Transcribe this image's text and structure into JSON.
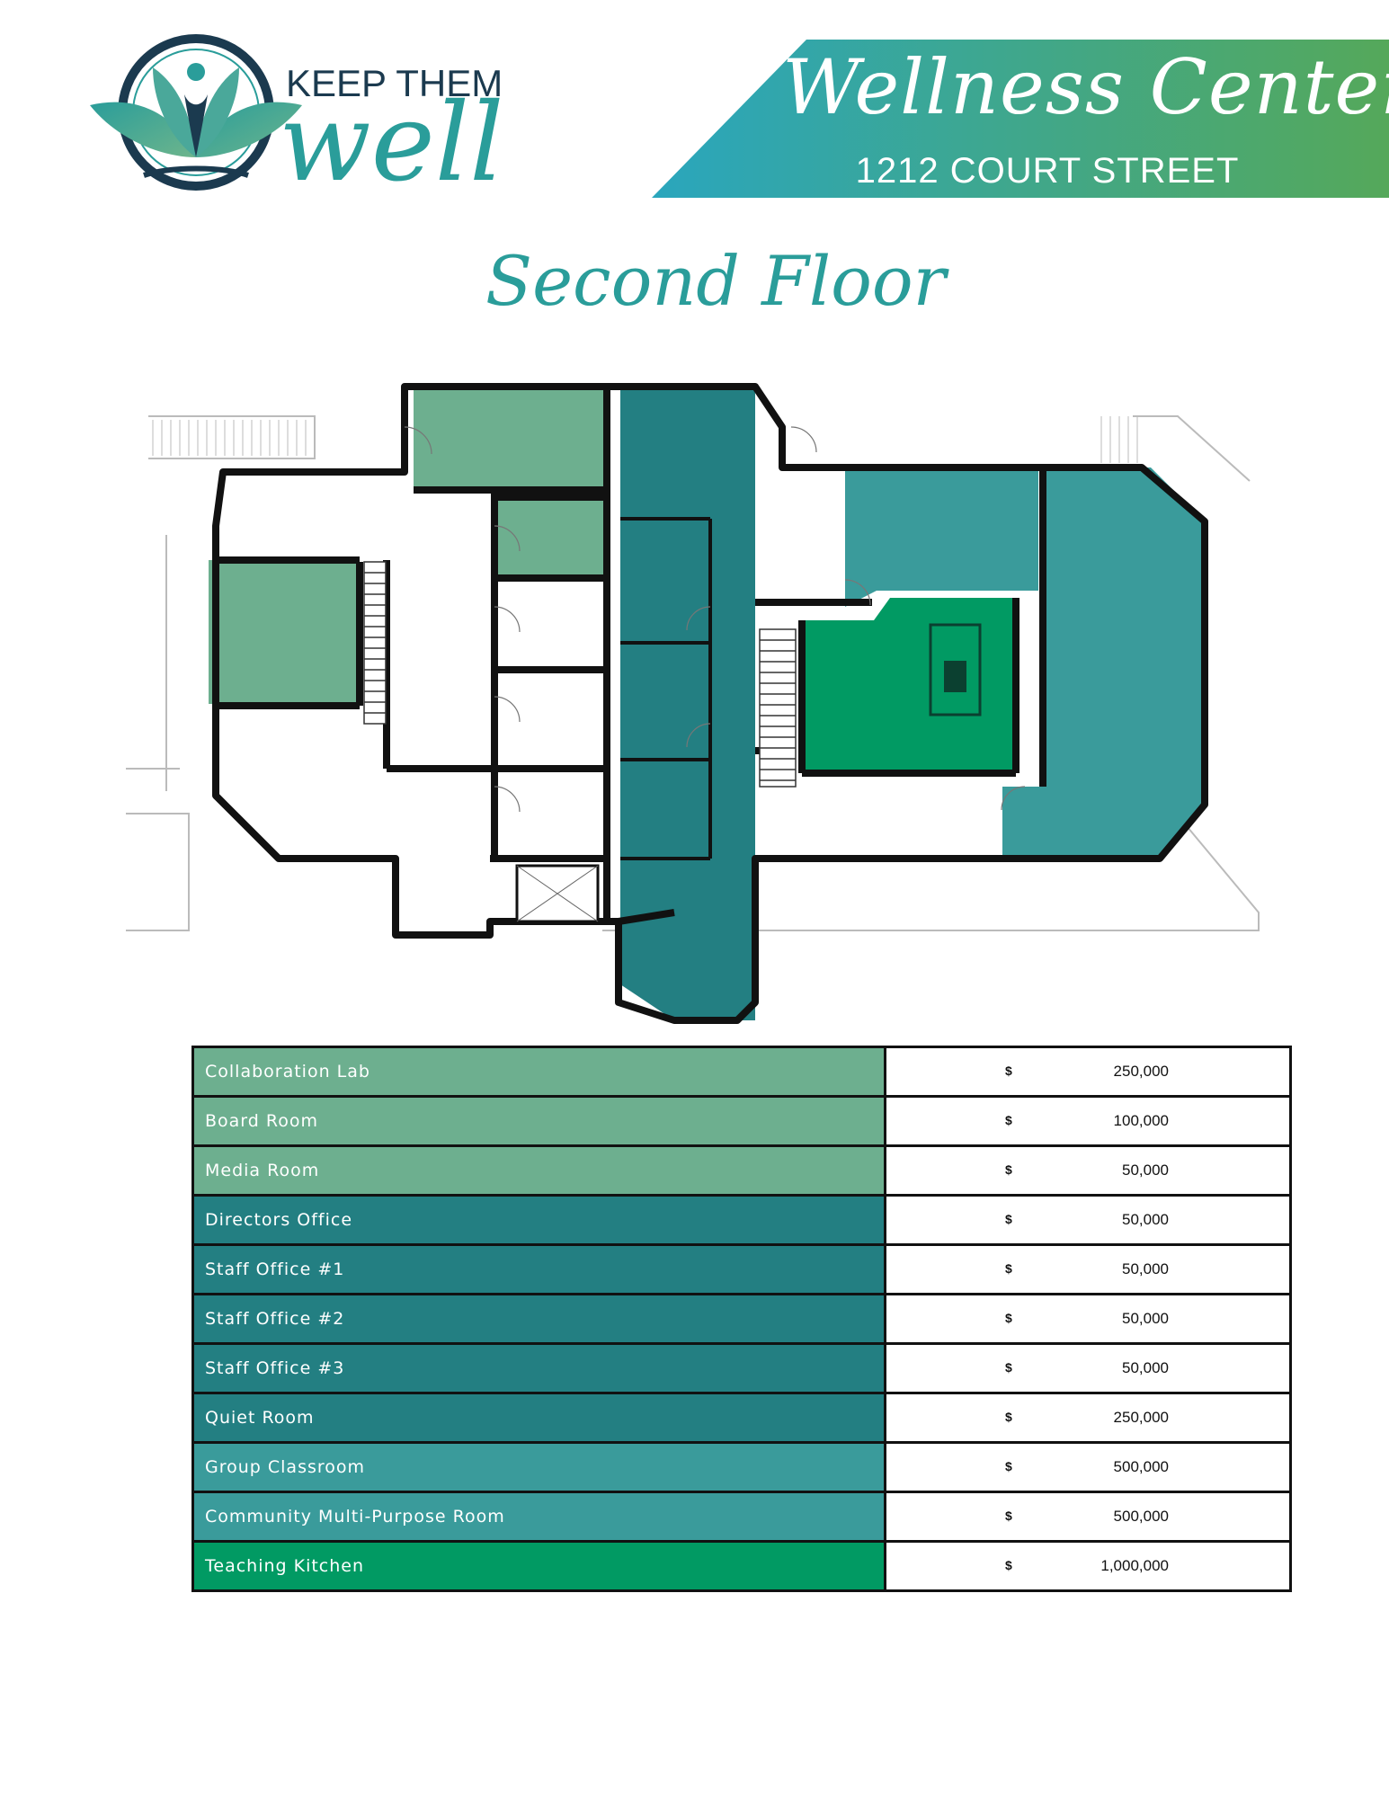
{
  "header": {
    "logo_top": "KEEP THEM",
    "logo_script": "well",
    "title": "Wellness Center",
    "address": "1212 COURT STREET"
  },
  "floor_title": "Second Floor",
  "colors": {
    "light_green": "#6daf8f",
    "dark_teal": "#237f82",
    "mid_teal": "#3a9b9b",
    "bright_green": "#019a63"
  },
  "rooms": [
    {
      "name": "Collaboration Lab",
      "currency": "$",
      "amount": "250,000",
      "color": "#6daf8f"
    },
    {
      "name": "Board Room",
      "currency": "$",
      "amount": "100,000",
      "color": "#6daf8f"
    },
    {
      "name": "Media Room",
      "currency": "$",
      "amount": "50,000",
      "color": "#6daf8f"
    },
    {
      "name": "Directors Office",
      "currency": "$",
      "amount": "50,000",
      "color": "#237f82"
    },
    {
      "name": "Staff Office #1",
      "currency": "$",
      "amount": "50,000",
      "color": "#237f82"
    },
    {
      "name": "Staff Office #2",
      "currency": "$",
      "amount": "50,000",
      "color": "#237f82"
    },
    {
      "name": "Staff Office #3",
      "currency": "$",
      "amount": "50,000",
      "color": "#237f82"
    },
    {
      "name": "Quiet Room",
      "currency": "$",
      "amount": "250,000",
      "color": "#237f82"
    },
    {
      "name": "Group Classroom",
      "currency": "$",
      "amount": "500,000",
      "color": "#3a9b9b"
    },
    {
      "name": "Community Multi-Purpose Room",
      "currency": "$",
      "amount": "500,000",
      "color": "#3a9b9b"
    },
    {
      "name": "Teaching Kitchen",
      "currency": "$",
      "amount": "1,000,000",
      "color": "#019a63"
    }
  ]
}
